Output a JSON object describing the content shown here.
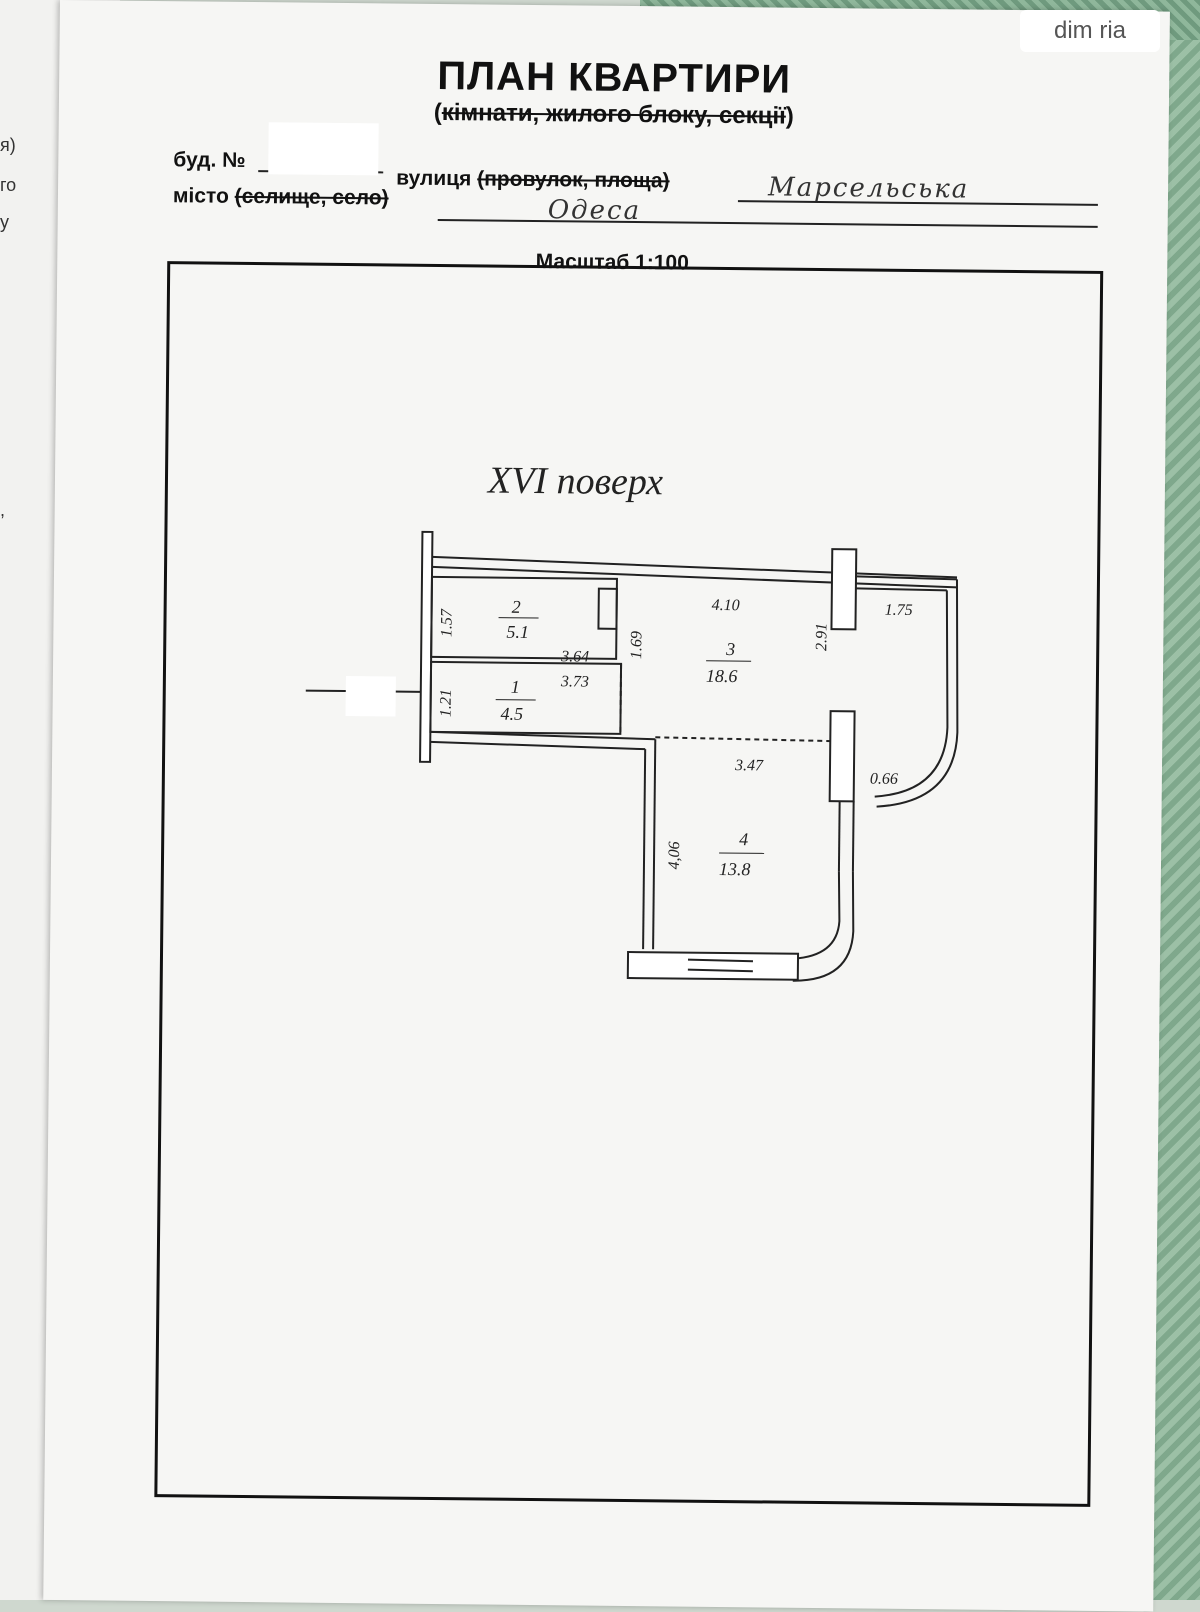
{
  "document": {
    "title": "ПЛАН КВАРТИРИ",
    "subtitle_open": "(",
    "subtitle_kept": "кімнати, жилого блоку, секції",
    "subtitle_close": ")",
    "building_label": "буд. №",
    "street_label": "вулиця",
    "street_struck": "(провулок, площа)",
    "street_value": "Марсельська",
    "city_label": "місто",
    "city_struck": "(селище, село)",
    "city_value": "Одеса",
    "scale": "Масштаб 1:100"
  },
  "plan": {
    "floor_label": "XVI поверх",
    "rooms": [
      {
        "number": "1",
        "area": "4.5"
      },
      {
        "number": "2",
        "area": "5.1"
      },
      {
        "number": "3",
        "area": "18.6"
      },
      {
        "number": "4",
        "area": "13.8"
      }
    ],
    "dimensions": [
      "1.57",
      "3.64",
      "3.73",
      "1.69",
      "4.10",
      "2.91",
      "1.75",
      "1.21",
      "3.47",
      "0.66",
      "4,06"
    ]
  },
  "back_sheet": {
    "fragments": [
      "я)",
      "го",
      "у",
      ","
    ]
  },
  "watermark": {
    "text": "dim ria"
  }
}
